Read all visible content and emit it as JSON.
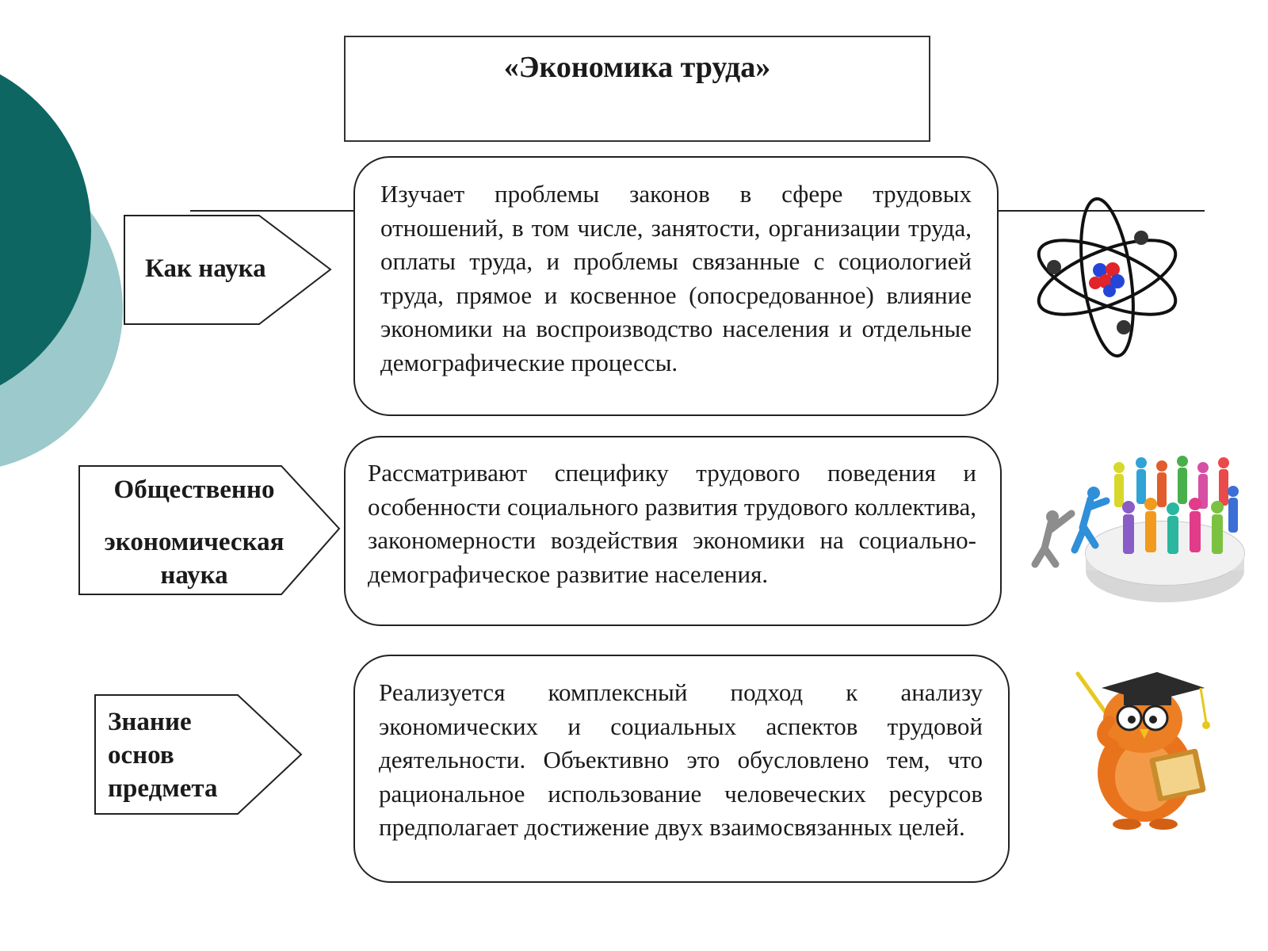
{
  "title": "«Экономика труда»",
  "rows": [
    {
      "label": "Как наука",
      "text": "Изучает проблемы законов в сфере трудовых отношений, в том числе, занятости, организации труда, оплаты труда, и проблемы связанные с социологией труда, прямое и косвенное (опосредованное) влияние экономики на воспроизводство населения и отдельные демографические процессы.",
      "icon": "atom-icon"
    },
    {
      "label_lines": [
        "Общественно",
        "экономическая",
        "наука"
      ],
      "text": "Рассматривают специфику трудового поведения и особенности социального развития трудового коллектива, закономерности воздействия экономики на социально-демографическое развитие населения.",
      "icon": "people-crowd-icon"
    },
    {
      "label_lines": [
        "Знание",
        "основ",
        "предмета"
      ],
      "text": "Реализуется комплексный подход к анализу экономических и социальных аспектов трудовой деятельности. Объективно это обусловлено тем, что рациональное использование человеческих ресурсов предполагает достижение двух взаимосвязанных целей.",
      "icon": "owl-scholar-icon"
    }
  ],
  "colors": {
    "dark_teal": "#0e6662",
    "light_teal": "#9cc9cb",
    "border": "#222222"
  }
}
